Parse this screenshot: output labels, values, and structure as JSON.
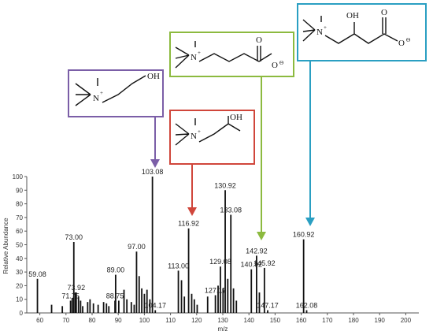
{
  "chart_data": {
    "type": "bar",
    "xlabel": "m/z",
    "ylabel": "Relative Abundance",
    "xlim": [
      55,
      205
    ],
    "ylim": [
      0,
      100
    ],
    "xticks": [
      "60",
      "70",
      "80",
      "90",
      "100",
      "110",
      "120",
      "130",
      "140",
      "150",
      "160",
      "170",
      "180",
      "190",
      "200"
    ],
    "yticks": [
      "0",
      "10",
      "20",
      "30",
      "40",
      "50",
      "60",
      "70",
      "80",
      "90",
      "100"
    ],
    "grid": false,
    "colors": {
      "bar": "#111111",
      "axis": "#555555",
      "label": "#222222"
    },
    "peaks": [
      {
        "mz": 59.08,
        "value": 25,
        "label": "59.08"
      },
      {
        "mz": 64.5,
        "value": 6
      },
      {
        "mz": 68.6,
        "value": 5
      },
      {
        "mz": 71.75,
        "value": 9,
        "label": "71.75"
      },
      {
        "mz": 72.4,
        "value": 11
      },
      {
        "mz": 73.0,
        "value": 52,
        "label": "73.00"
      },
      {
        "mz": 73.6,
        "value": 15
      },
      {
        "mz": 73.92,
        "value": 15,
        "label": "73.92"
      },
      {
        "mz": 74.8,
        "value": 12
      },
      {
        "mz": 75.6,
        "value": 9
      },
      {
        "mz": 76.4,
        "value": 5
      },
      {
        "mz": 78.3,
        "value": 8
      },
      {
        "mz": 79.2,
        "value": 10
      },
      {
        "mz": 80.5,
        "value": 7
      },
      {
        "mz": 82.3,
        "value": 6
      },
      {
        "mz": 84.4,
        "value": 8
      },
      {
        "mz": 85.5,
        "value": 7
      },
      {
        "mz": 86.4,
        "value": 5
      },
      {
        "mz": 88.75,
        "value": 9,
        "label": "88.75"
      },
      {
        "mz": 89.0,
        "value": 28,
        "label": "89.00"
      },
      {
        "mz": 90.2,
        "value": 9
      },
      {
        "mz": 92.2,
        "value": 17
      },
      {
        "mz": 93.3,
        "value": 10
      },
      {
        "mz": 95.0,
        "value": 8
      },
      {
        "mz": 96.1,
        "value": 6
      },
      {
        "mz": 97.0,
        "value": 45,
        "label": "97.00"
      },
      {
        "mz": 98.0,
        "value": 27
      },
      {
        "mz": 99.0,
        "value": 18
      },
      {
        "mz": 100.0,
        "value": 14
      },
      {
        "mz": 101.0,
        "value": 17
      },
      {
        "mz": 102.1,
        "value": 10
      },
      {
        "mz": 103.08,
        "value": 100,
        "label": "103.08"
      },
      {
        "mz": 104.17,
        "value": 2,
        "label": "104.17"
      },
      {
        "mz": 113.0,
        "value": 31,
        "label": "113.00"
      },
      {
        "mz": 114.2,
        "value": 24
      },
      {
        "mz": 115.3,
        "value": 12
      },
      {
        "mz": 116.92,
        "value": 62,
        "label": "116.92"
      },
      {
        "mz": 118.1,
        "value": 14
      },
      {
        "mz": 119.1,
        "value": 10
      },
      {
        "mz": 120.2,
        "value": 6
      },
      {
        "mz": 124.2,
        "value": 12
      },
      {
        "mz": 127.17,
        "value": 13,
        "label": "127.17"
      },
      {
        "mz": 128.2,
        "value": 20
      },
      {
        "mz": 129.08,
        "value": 34,
        "label": "129.08"
      },
      {
        "mz": 130.1,
        "value": 18
      },
      {
        "mz": 130.92,
        "value": 90,
        "label": "130.92"
      },
      {
        "mz": 131.9,
        "value": 25
      },
      {
        "mz": 133.08,
        "value": 72,
        "label": "133.08"
      },
      {
        "mz": 134.1,
        "value": 18
      },
      {
        "mz": 135.2,
        "value": 9
      },
      {
        "mz": 140.92,
        "value": 32,
        "label": "140.92"
      },
      {
        "mz": 142.92,
        "value": 42,
        "label": "142.92"
      },
      {
        "mz": 144.0,
        "value": 15
      },
      {
        "mz": 145.92,
        "value": 33,
        "label": "145.92"
      },
      {
        "mz": 147.17,
        "value": 2,
        "label": "147.17"
      },
      {
        "mz": 160.92,
        "value": 54,
        "label": "160.92"
      },
      {
        "mz": 162.08,
        "value": 2,
        "label": "162.08"
      }
    ],
    "annotations": [
      {
        "name": "choline",
        "peak": "103.08",
        "color": "#7b5ea7"
      },
      {
        "name": "beta-methylcholine",
        "peak": "116.92",
        "color": "#d0463b"
      },
      {
        "name": "gamma-butyrobetaine",
        "peak": "142.92",
        "color": "#8cba3f"
      },
      {
        "name": "carnitine",
        "peak": "160.92",
        "color": "#2a9fc2"
      }
    ]
  },
  "structures": {
    "n_plus": "N",
    "charge_plus": "+",
    "oh": "OH",
    "o": "O",
    "charge_minus": "Θ"
  }
}
